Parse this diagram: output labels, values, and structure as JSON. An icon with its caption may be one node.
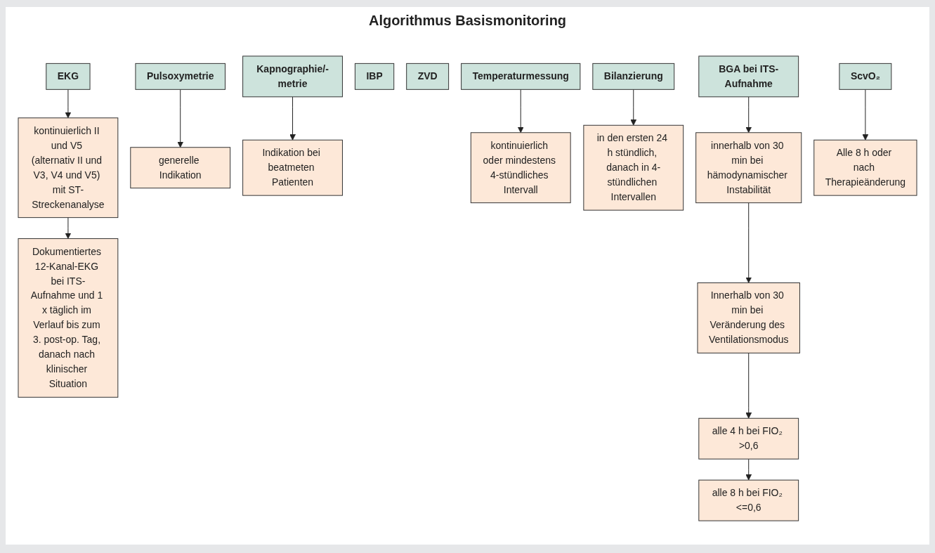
{
  "diagram": {
    "title": "Algorithmus Basismonitoring",
    "nodes": [
      {
        "text": [
          "EKG"
        ]
      },
      {
        "text": [
          "Pulsoxymetrie"
        ]
      },
      {
        "text": [
          "Kapnographie/-metrie"
        ]
      },
      {
        "text": [
          "IBP"
        ]
      },
      {
        "text": [
          "ZVD"
        ]
      },
      {
        "text": [
          "Temperaturmessung"
        ]
      },
      {
        "text": [
          "Bilanzierung"
        ]
      },
      {
        "text": [
          "BGA bei ITS-Aufnahme"
        ]
      },
      {
        "text": [
          "ScvO₂"
        ]
      },
      {
        "text": [
          "kontinuierlich II und V5 (alternativ II und V3, V4 und V5) mit ST-Streckenanalyse"
        ]
      },
      {
        "text": [
          "generelle Indikation"
        ]
      },
      {
        "text": [
          "Indikation bei beatmeten Patienten"
        ]
      },
      {
        "text": [
          "kontinuierlich oder mindestens 4-stündliches Intervall"
        ]
      },
      {
        "text": [
          "in den ersten 24 h stündlich, danach in 4-stündlichen Intervallen"
        ]
      },
      {
        "text": [
          "innerhalb von 30 min bei hämodynamischer Instabilität"
        ]
      },
      {
        "text": [
          "Alle 8 h oder nach Therapieänderung"
        ]
      },
      {
        "text": [
          "Dokumentiertes 12-Kanal-EKG bei ITS-Aufnahme und 1 x täglich im Verlauf bis zum 3. post-op. Tag, danach nach klinischer Situation"
        ]
      },
      {
        "text": [
          "Innerhalb von 30 min bei Veränderung des Ventilationsmodus"
        ]
      },
      {
        "text": [
          "alle 4 h bei FIO₂ >0,6"
        ]
      },
      {
        "text": [
          "alle 8 h bei FIO₂ <=0,6"
        ]
      }
    ],
    "edges": [
      {
        "from": 0,
        "to": 9,
        "arrow": "to"
      },
      {
        "from": 9,
        "to": 16,
        "arrow": "to"
      },
      {
        "from": 1,
        "to": 10,
        "arrow": "to"
      },
      {
        "from": 2,
        "to": 11,
        "arrow": "to"
      },
      {
        "from": 5,
        "to": 12,
        "arrow": "to"
      },
      {
        "from": 6,
        "to": 13,
        "arrow": "to"
      },
      {
        "from": 7,
        "to": 14,
        "arrow": "to"
      },
      {
        "from": 14,
        "to": 17,
        "arrow": "to"
      },
      {
        "from": 17,
        "to": 18,
        "arrow": "to"
      },
      {
        "from": 18,
        "to": 19,
        "arrow": "to"
      },
      {
        "from": 8,
        "to": 15,
        "arrow": "to"
      }
    ]
  }
}
